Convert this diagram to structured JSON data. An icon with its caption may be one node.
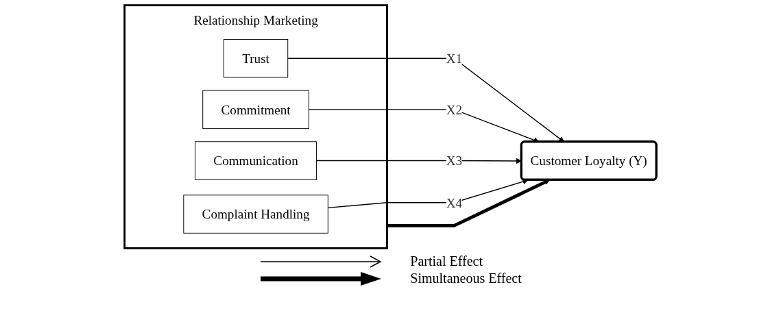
{
  "diagram": {
    "nodes": [
      {
        "text": [
          "Relationship Marketing"
        ]
      },
      {
        "text": [
          "Trust"
        ],
        "in": 0
      },
      {
        "text": [
          "Commitment"
        ],
        "in": 0
      },
      {
        "text": [
          "Communication"
        ],
        "in": 0
      },
      {
        "text": [
          "Complaint Handling"
        ],
        "in": 0
      },
      {
        "text": [
          "Customer Loyalty (Y)"
        ]
      }
    ],
    "edges": [
      {
        "from": 1,
        "to": 5,
        "arrow": "to",
        "label": "X1"
      },
      {
        "from": 2,
        "to": 5,
        "arrow": "to",
        "label": "X2"
      },
      {
        "from": 0,
        "to": 5,
        "arrow": "to",
        "style": "thick"
      },
      {
        "from": 3,
        "to": 5,
        "arrow": "to",
        "label": "X3"
      },
      {
        "from": 4,
        "to": 5,
        "arrow": "to",
        "label": "X4"
      }
    ],
    "legend": [
      {
        "text": "Partial Effect"
      },
      {
        "text": "Simultaneous Effect"
      }
    ]
  }
}
